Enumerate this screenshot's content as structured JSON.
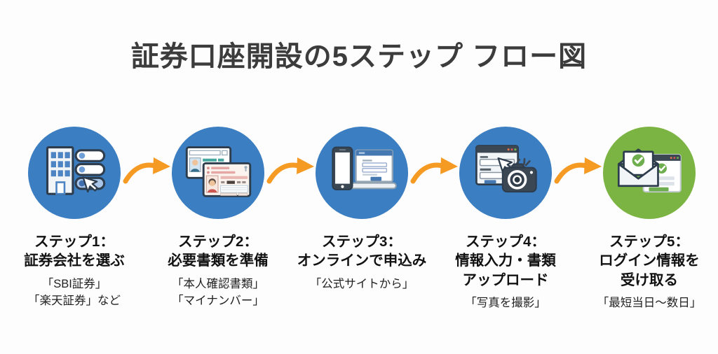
{
  "title": "証券口座開設の5ステップ フロー図",
  "colors": {
    "background": "#fdfdfd",
    "title_text": "#3c3c3c",
    "step_text": "#121212",
    "note_text": "#1f1f1f",
    "circle_blue": "#3b7ec2",
    "circle_green": "#7cb443",
    "arrow_orange": "#f59a23"
  },
  "steps": [
    {
      "label": "ステップ1：\n証券会社を選ぶ",
      "note": "「SBI証券」\n「楽天証券」など",
      "icon": "building-and-list-icon",
      "circle_color": "#3b7ec2"
    },
    {
      "label": "ステップ2：\n必要書類を準備",
      "note": "「本人確認書類」\n「マイナンバー」",
      "icon": "id-cards-icon",
      "circle_color": "#3b7ec2"
    },
    {
      "label": "ステップ3：\nオンラインで申込み",
      "note": "「公式サイトから」",
      "icon": "phone-laptop-icon",
      "circle_color": "#3b7ec2"
    },
    {
      "label": "ステップ4：\n情報入力・書類\nアップロード",
      "note": "「写真を撮影」",
      "icon": "form-camera-icon",
      "circle_color": "#3b7ec2"
    },
    {
      "label": "ステップ5：\nログイン情報を\n受け取る",
      "note": "「最短当日〜数日」",
      "icon": "mail-confirmation-icon",
      "circle_color": "#7cb443"
    }
  ],
  "arrow_icon": "curved-right-arrow-icon"
}
